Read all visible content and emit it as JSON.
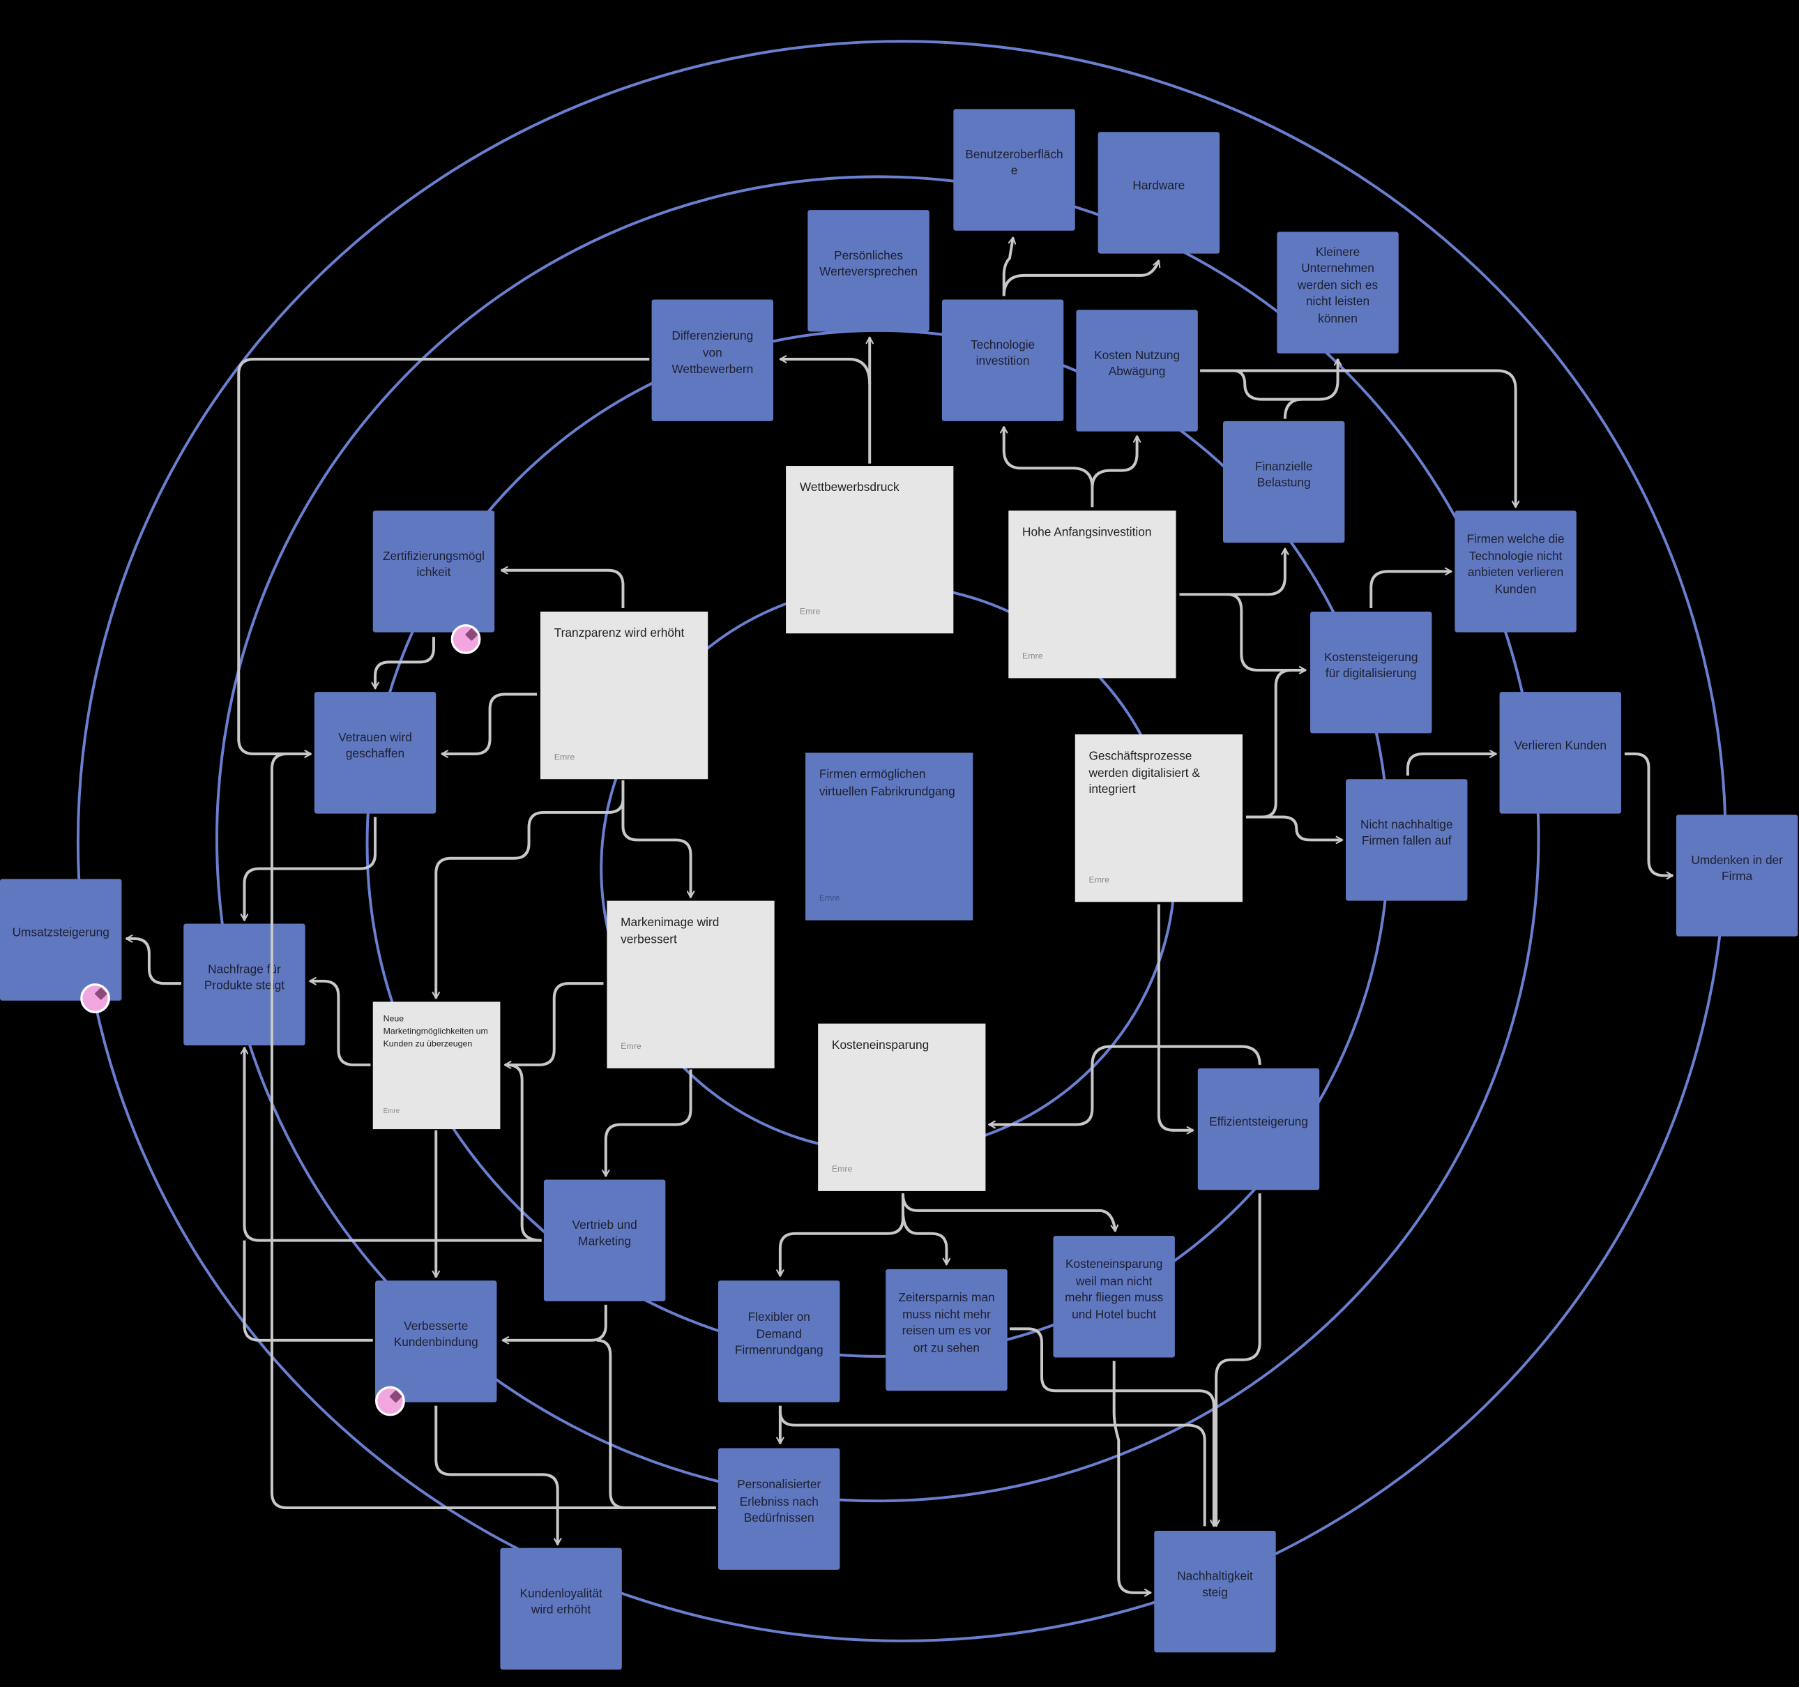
{
  "colors": {
    "background": "#000000",
    "note_blue": "#6078c0",
    "note_gray": "#e6e6e6",
    "ring": "#6a7fd0",
    "connector": "#c8c8c8",
    "sticker": "#f2a6e0"
  },
  "notes": {
    "benutzer": "Benutzeroberfläche",
    "hardware": "Hardware",
    "persoenlich": "Persönliches Werteversprechen",
    "differenzierung": "Differenzierung von Wettbewerbern",
    "technologie": "Technologie investition",
    "kosten_nutzung": "Kosten Nutzung Abwägung",
    "kleinere": "Kleinere Unternehmen werden sich es nicht leisten können",
    "finanzielle": "Finanzielle Belastung",
    "zertifizierung": "Zertifizierungsmöglichkeit",
    "firmen_welche": "Firmen welche die Technologie nicht anbieten verlieren Kunden",
    "kostensteigerung": "Kostensteigerung für digitalisierung",
    "vertrauen": "Vetrauen wird geschaffen",
    "verlieren": "Verlieren Kunden",
    "nicht_nachhaltig": "Nicht nachhaltige Firmen fallen auf",
    "umdenken": "Umdenken in der Firma",
    "umsatz": "Umsatzsteigerung",
    "nachfrage": "Nachfrage für Produkte steigt",
    "effizienz": "Effizientsteigerung",
    "vertrieb": "Vertrieb und Marketing",
    "kundenbindung": "Verbesserte Kundenbindung",
    "flexibler": "Flexibler on Demand Firmenrundgang",
    "zeitersparnis": "Zeitersparnis man muss nicht mehr reisen um es vor ort zu sehen",
    "kosten_fliegen": "Kosteneinsparung weil man nicht mehr fliegen muss und Hotel bucht",
    "personalisiert": "Personalisierter Erlebniss nach Bedürfnissen",
    "nachhaltigkeit": "Nachhaltigkeit steig",
    "kundenloyalitaet": "Kundenloyalität wird erhöht"
  },
  "center_note": {
    "text": "Firmen ermöglichen virtuellen Fabrikrundgang",
    "author": "Emre"
  },
  "gray_notes": {
    "wettbewerb": {
      "text": "Wettbewerbsdruck",
      "author": "Emre"
    },
    "anfang": {
      "text": "Hohe Anfangsinvestition",
      "author": "Emre"
    },
    "transparenz": {
      "text": "Tranzparenz wird erhöht",
      "author": "Emre"
    },
    "prozesse": {
      "text": "Geschäftsprozesse werden digitalisiert & integriert",
      "author": "Emre"
    },
    "marke": {
      "text": "Markenimage wird verbessert",
      "author": "Emre"
    },
    "kosten": {
      "text": "Kosteneinsparung",
      "author": "Emre"
    },
    "marketing": {
      "text": "Neue Marketingmöglichkeiten um Kunden zu überzeugen",
      "author": "Emre"
    }
  }
}
